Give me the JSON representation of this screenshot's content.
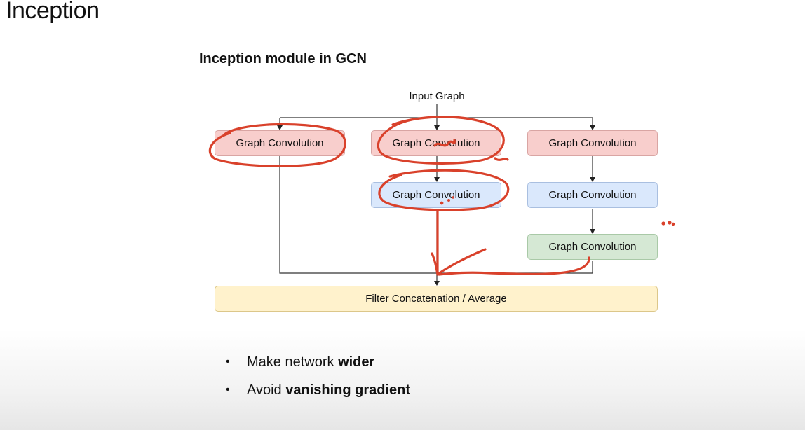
{
  "slide": {
    "title": "Inception"
  },
  "diagram": {
    "title": "Inception module in GCN",
    "input_label": "Input Graph",
    "branches": [
      {
        "nodes": [
          "Graph Convolution"
        ]
      },
      {
        "nodes": [
          "Graph Convolution",
          "Graph Convolution"
        ]
      },
      {
        "nodes": [
          "Graph Convolution",
          "Graph Convolution",
          "Graph Convolution"
        ]
      }
    ],
    "output_label": "Filter Concatenation / Average",
    "colors": {
      "layer1": "#f8cecc",
      "layer2": "#dae8fc",
      "layer3": "#d5e8d4",
      "output": "#fff2cc",
      "annotation": "#d9412b"
    }
  },
  "bullets": [
    {
      "prefix": "Make network ",
      "bold": "wider"
    },
    {
      "prefix": "Avoid ",
      "bold": "vanishing gradient"
    }
  ]
}
